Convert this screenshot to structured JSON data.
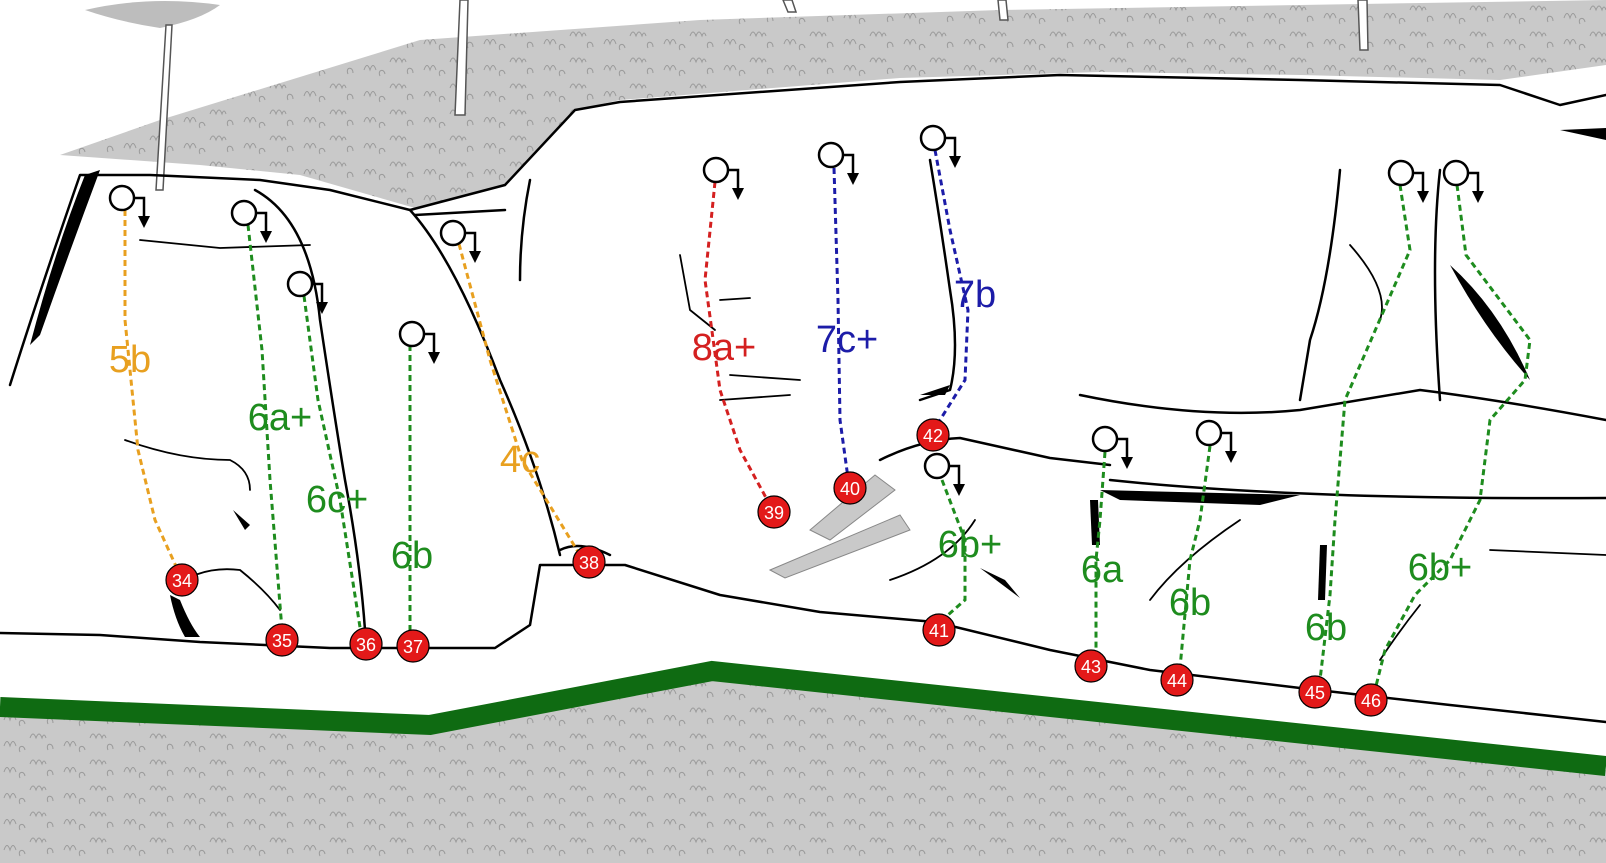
{
  "colors": {
    "orange": "#E8A020",
    "green": "#1E8C1E",
    "red": "#D42020",
    "blue": "#1C1CA8",
    "ground_band": "#0F6B12",
    "hatch": "#C9C9C9",
    "marker": "#E31919"
  },
  "routes": [
    {
      "number": "34",
      "grade": "5b",
      "color": "orange"
    },
    {
      "number": "35",
      "grade": "6a+",
      "color": "green"
    },
    {
      "number": "36",
      "grade": "6c+",
      "color": "green"
    },
    {
      "number": "37",
      "grade": "6b",
      "color": "green"
    },
    {
      "number": "38",
      "grade": "4c",
      "color": "orange"
    },
    {
      "number": "39",
      "grade": "8a+",
      "color": "red"
    },
    {
      "number": "40",
      "grade": "7c+",
      "color": "blue"
    },
    {
      "number": "41",
      "grade": "6b+",
      "color": "green"
    },
    {
      "number": "42",
      "grade": "7b",
      "color": "blue"
    },
    {
      "number": "43",
      "grade": "6a",
      "color": "green"
    },
    {
      "number": "44",
      "grade": "6b",
      "color": "green"
    },
    {
      "number": "45",
      "grade": "6b",
      "color": "green"
    },
    {
      "number": "46",
      "grade": "6b+",
      "color": "green"
    }
  ]
}
